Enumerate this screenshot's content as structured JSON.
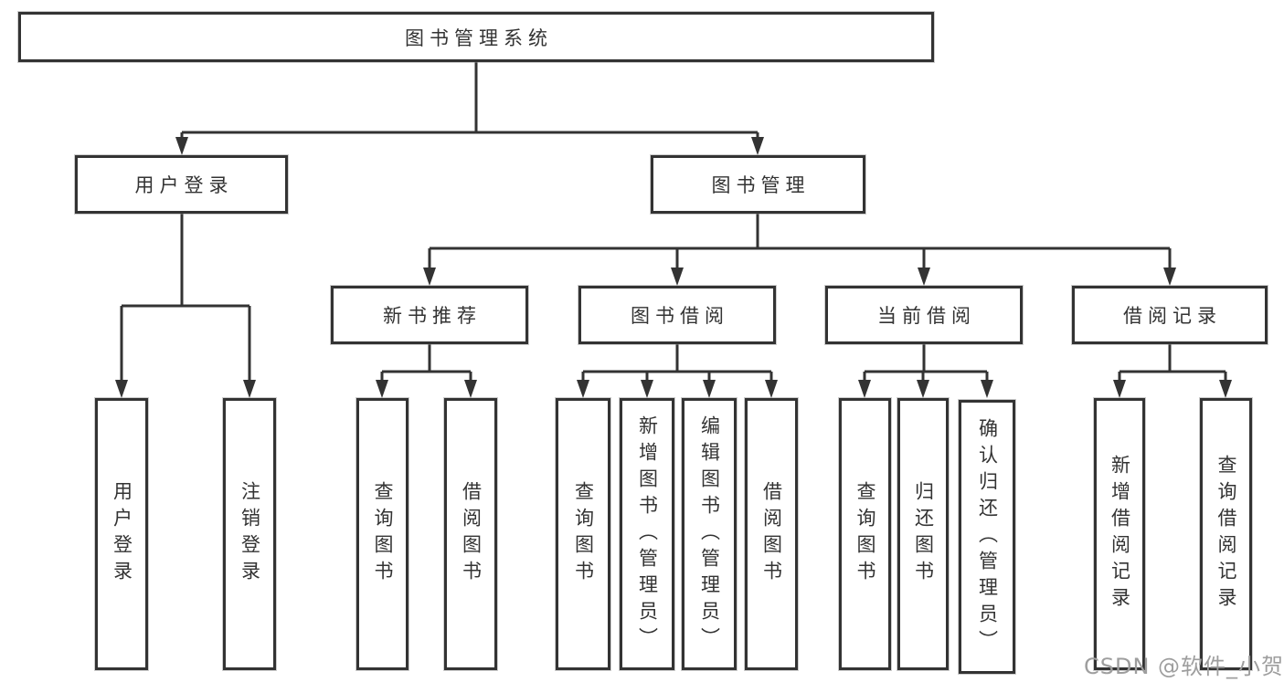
{
  "diagram_type": "tree",
  "colors": {
    "background": "#ffffff",
    "line": "#333333",
    "box_border": "#333333",
    "text": "#333333",
    "watermark": "#9e9e9e"
  },
  "hierarchy": {
    "label": "图书管理系统",
    "children": [
      {
        "label": "用户登录",
        "children": [
          {
            "label": "用户登录"
          },
          {
            "label": "注销登录"
          }
        ]
      },
      {
        "label": "图书管理",
        "children": [
          {
            "label": "新书推荐",
            "children": [
              {
                "label": "查询图书"
              },
              {
                "label": "借阅图书"
              }
            ]
          },
          {
            "label": "图书借阅",
            "children": [
              {
                "label": "查询图书"
              },
              {
                "label": "新增图书（管理员）"
              },
              {
                "label": "编辑图书（管理员）"
              },
              {
                "label": "借阅图书"
              }
            ]
          },
          {
            "label": "当前借阅",
            "children": [
              {
                "label": "查询图书"
              },
              {
                "label": "归还图书"
              },
              {
                "label": "确认归还（管理员）"
              }
            ]
          },
          {
            "label": "借阅记录",
            "children": [
              {
                "label": "新增借阅记录"
              },
              {
                "label": "查询借阅记录"
              }
            ]
          }
        ]
      }
    ]
  },
  "watermark": {
    "text": "CSDN @软件_小贺同学"
  }
}
